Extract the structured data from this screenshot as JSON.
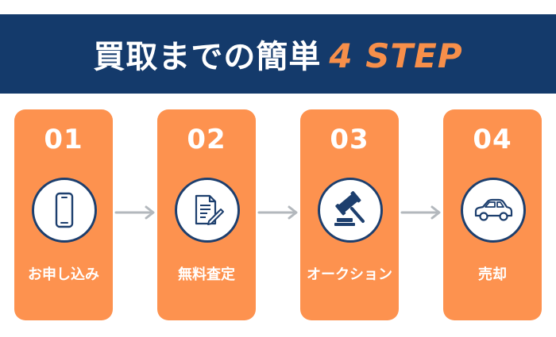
{
  "header": {
    "title": "買取までの簡単",
    "accent": "4 STEP"
  },
  "steps": [
    {
      "number": "01",
      "label": "お申し込み",
      "icon": "smartphone-icon"
    },
    {
      "number": "02",
      "label": "無料査定",
      "icon": "document-pen-icon"
    },
    {
      "number": "03",
      "label": "オークション",
      "icon": "gavel-icon"
    },
    {
      "number": "04",
      "label": "売却",
      "icon": "car-icon"
    }
  ],
  "colors": {
    "header_bg": "#143a6b",
    "accent": "#f78f4a",
    "card_bg": "#fd924f",
    "icon_stroke": "#1d3f6e",
    "arrow": "#b3b8bd"
  }
}
